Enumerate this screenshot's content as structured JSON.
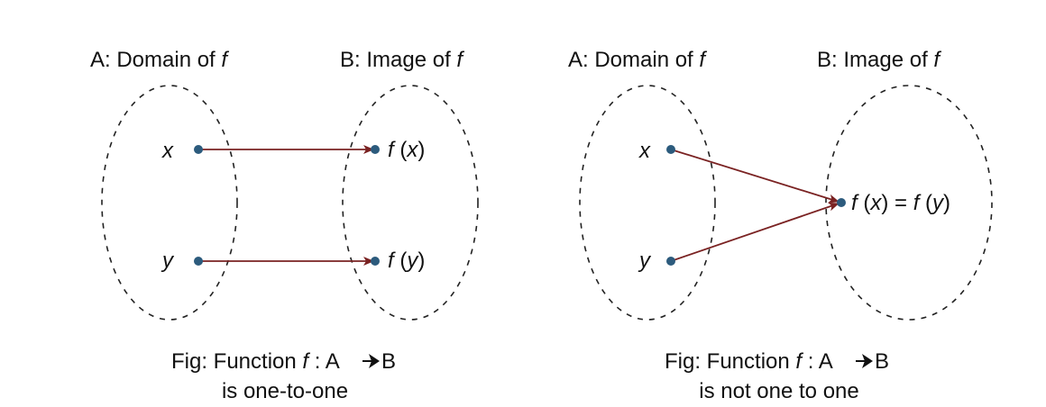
{
  "colors": {
    "point": "#2c5b7d",
    "arrow": "#7a2222",
    "ellipse": "#222222",
    "text": "#111111"
  },
  "left": {
    "domain_title": {
      "prefix": "A: Domain of ",
      "var": "f"
    },
    "image_title": {
      "prefix": "B: Image of ",
      "var": "f"
    },
    "points": {
      "x_label": "x",
      "y_label": "y",
      "fx": {
        "fn": "f",
        "open": " (",
        "var": "x",
        "close": ")"
      },
      "fy": {
        "fn": "f",
        "open": " (",
        "var": "y",
        "close": ")"
      }
    },
    "caption": {
      "line1_prefix": "Fig: Function ",
      "line1_fn": "f",
      "line1_suffix": " : A",
      "line1_end": "B",
      "line2": "is one-to-one"
    }
  },
  "right": {
    "domain_title": {
      "prefix": "A: Domain of ",
      "var": "f"
    },
    "image_title": {
      "prefix": "B: Image of ",
      "var": "f"
    },
    "points": {
      "x_label": "x",
      "y_label": "y",
      "fxy": {
        "fn1": "f",
        "open1": " (",
        "var1": "x",
        "mid": ") = ",
        "fn2": "f",
        "open2": " (",
        "var2": "y",
        "close": ")"
      }
    },
    "caption": {
      "line1_prefix": "Fig: Function ",
      "line1_fn": "f",
      "line1_suffix": " : A",
      "line1_end": "B",
      "line2": "is not one to one"
    }
  }
}
